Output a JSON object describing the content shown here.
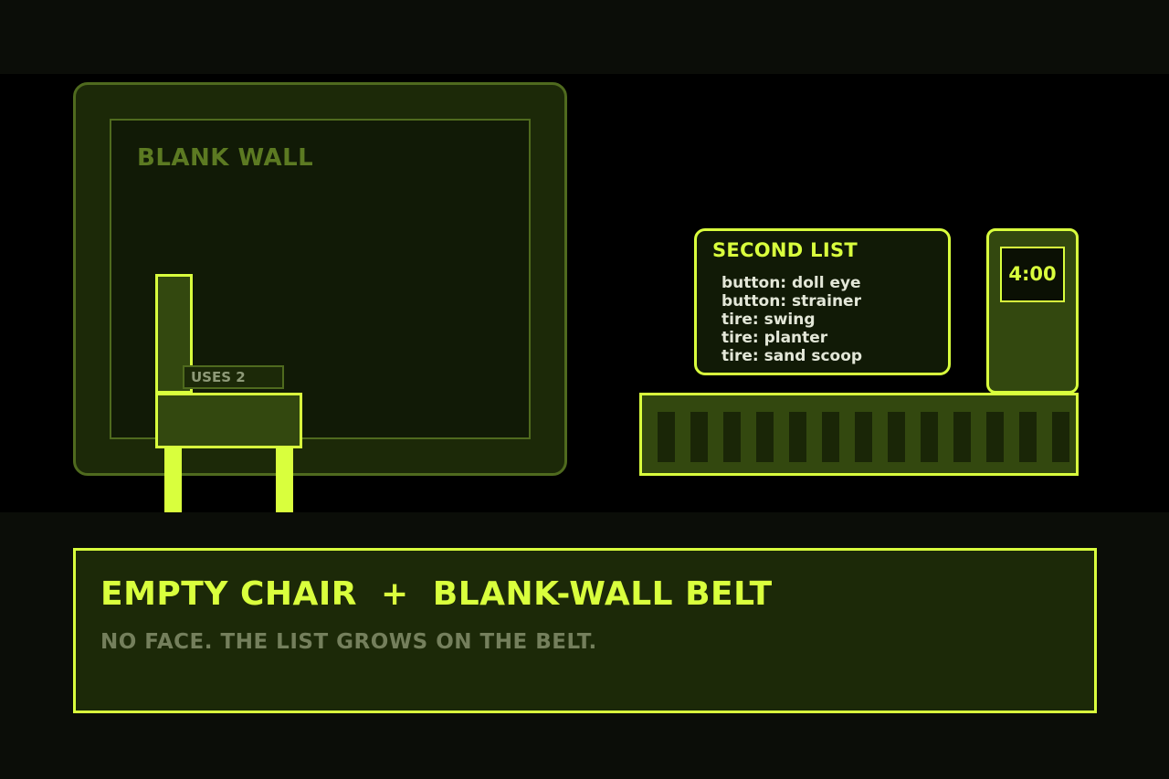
{
  "scene": {
    "wall_label": "BLANK WALL",
    "chair_tag": "USES 2",
    "list": {
      "title": "SECOND LIST",
      "items": [
        "button: doll eye",
        "button: strainer",
        "tire: swing",
        "tire: planter",
        "tire: sand scoop"
      ]
    },
    "timer": "4:00"
  },
  "caption": {
    "title": "EMPTY CHAIR  +  BLANK-WALL BELT",
    "subtitle": "NO FACE. THE LIST GROWS ON THE BELT."
  },
  "colors": {
    "accent": "#d9ff3d",
    "wall": "#1c2908",
    "wall_border": "#4f6a1e",
    "muted_text": "#747f5c"
  }
}
